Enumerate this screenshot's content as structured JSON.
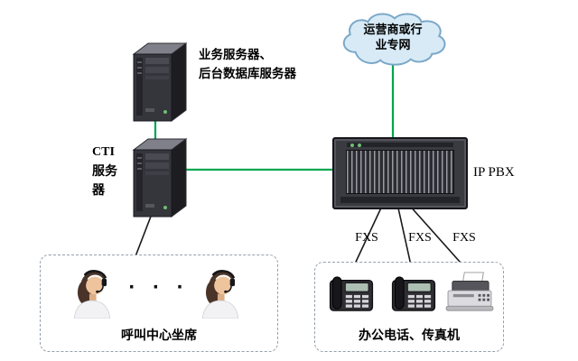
{
  "colors": {
    "connector_green": "#00a651",
    "connector_black": "#1a1a1a",
    "cloud_fill": "#d7eaf6",
    "cloud_stroke": "#7aa7c7",
    "dashed_border": "#95a0ab"
  },
  "cloud": {
    "line1": "运营商或行",
    "line2": "业专网"
  },
  "business_server": {
    "label_line1": "业务服务器、",
    "label_line2": "后台数据库服务器"
  },
  "cti_server": {
    "label_line1": "CTI",
    "label_line2": "服务",
    "label_line3": "器"
  },
  "ippbx": {
    "label": "IP PBX"
  },
  "fxs": {
    "left": "FXS",
    "middle": "FXS",
    "right": "FXS"
  },
  "callcenter": {
    "label": "呼叫中心坐席",
    "ellipsis": "· · ·"
  },
  "office": {
    "label": "办公电话、传真机"
  }
}
